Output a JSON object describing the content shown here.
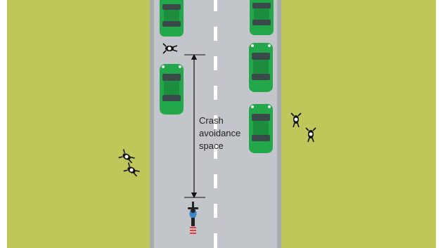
{
  "diagram": {
    "label_lines": [
      "Crash",
      "avoidance",
      "space"
    ]
  },
  "colors": {
    "grass": "#bfc65a",
    "road": "#c2c5c9",
    "road_edge": "#a9acaf",
    "lane_marking": "#ffffff",
    "car_body": "#22a84a",
    "car_roof": "#1d8e3d",
    "car_window": "#3a4a4a",
    "rider_jacket": "#3a86c8",
    "brake_light": "#e23a3a",
    "arrow": "#111111",
    "pedestrian": "#111111"
  },
  "icons": {
    "car": "car-top-view-icon",
    "motorcycle": "motorcycle-top-view-icon",
    "pedestrian": "pedestrian-top-view-icon",
    "arrow": "double-headed-arrow-icon"
  }
}
